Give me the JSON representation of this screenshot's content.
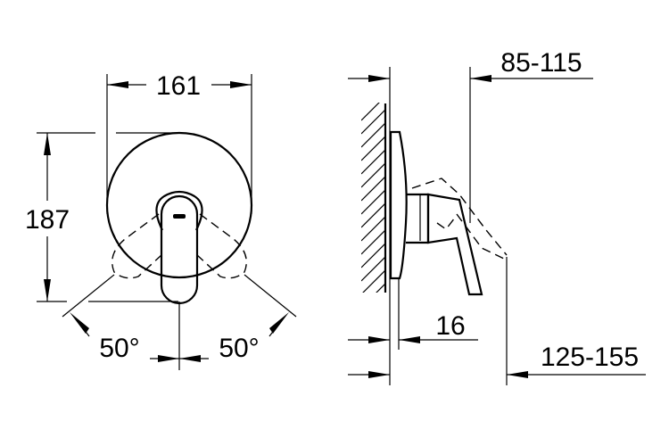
{
  "drawing": {
    "front_view": {
      "width_dim": "161",
      "height_dim": "187",
      "angle_left": "50°",
      "angle_right": "50°"
    },
    "side_view": {
      "projection_dim": "85-115",
      "escutcheon_dim": "16",
      "lever_reach_dim": "125-155"
    }
  },
  "colors": {
    "line": "#000000",
    "background": "#ffffff"
  }
}
